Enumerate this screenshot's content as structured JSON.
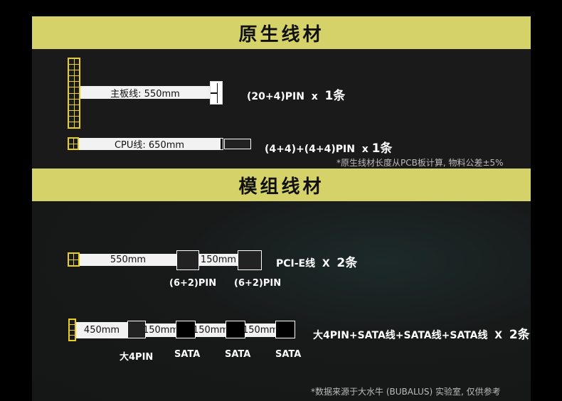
{
  "section1": {
    "title": "原生线材",
    "atx": {
      "cable_label": "主板线: 550mm",
      "spec": "(20+4)PIN",
      "mult": "x",
      "count": "1条"
    },
    "cpu": {
      "cable_label": "CPU线: 650mm",
      "spec": "(4+4)+(4+4)PIN",
      "mult": "x",
      "count": "1条"
    },
    "note": "*原生线材长度从PCB板计算, 物料公差±5%"
  },
  "section2": {
    "title": "模组线材",
    "pcie": {
      "seg1": "550mm",
      "seg2": "150mm",
      "conn1": "(6+2)PIN",
      "conn2": "(6+2)PIN",
      "spec": "PCI-E线",
      "mult": "X",
      "count": "2条"
    },
    "sata": {
      "seg1": "450mm",
      "seg2": "150mm",
      "seg3": "150mm",
      "seg4": "150mm",
      "conn1": "大4PIN",
      "conn2": "SATA",
      "conn3": "SATA",
      "conn4": "SATA",
      "spec": "大4PIN+SATA线+SATA线+SATA线",
      "mult": "X",
      "count": "2条"
    },
    "note": "*数据来源于大水牛 (BUBALUS) 实验室, 仅供参考"
  },
  "colors": {
    "banner": "#d6d26a",
    "connector": "#e8cf1b"
  }
}
